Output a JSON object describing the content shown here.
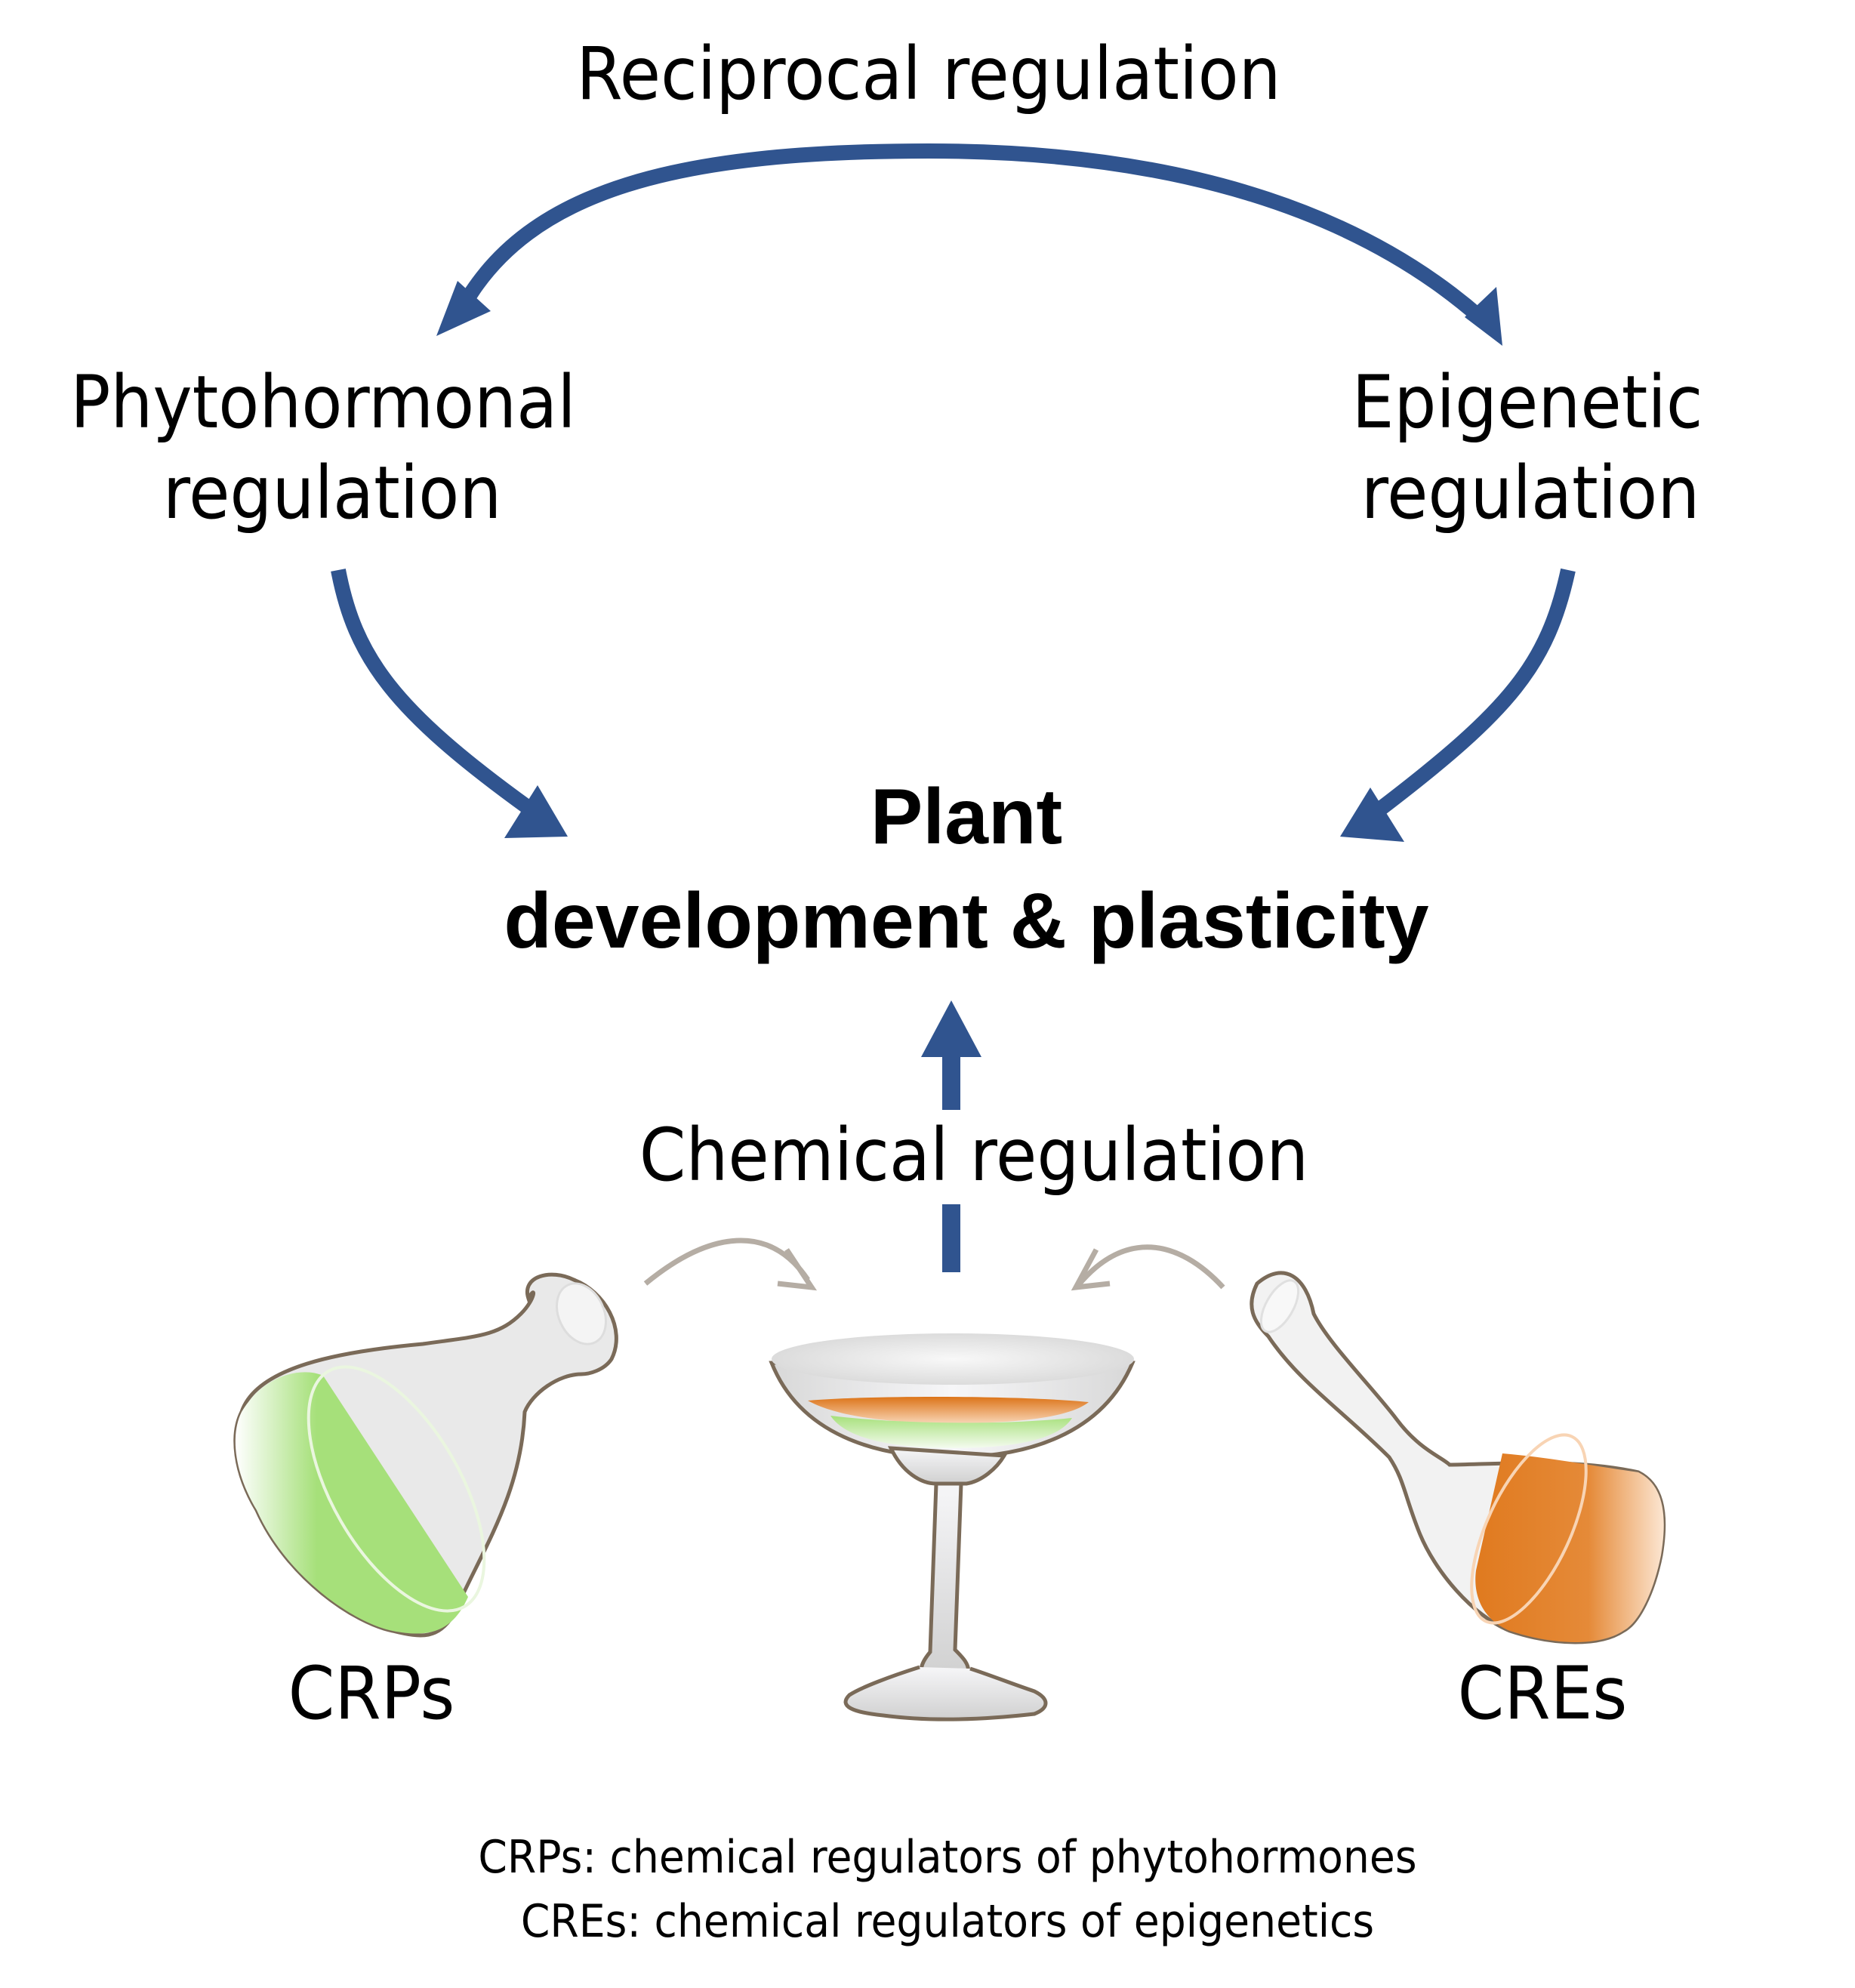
{
  "labels": {
    "reciprocal": "Reciprocal regulation",
    "phyto_line1": "Phytohormonal",
    "phyto_line2": "regulation",
    "epi_line1": "Epigenetic",
    "epi_line2": "regulation",
    "title_line1": "Plant",
    "title_line2": "development & plasticity",
    "chemical": "Chemical regulation",
    "crps": "CRPs",
    "cres": "CREs"
  },
  "footnotes": [
    "CRPs: chemical regulators of phytohormones",
    "CREs: chemical regulators of epigenetics"
  ],
  "colors": {
    "arrow_blue": "#30548F",
    "pour_arrow": "#B5ADA4",
    "outline": "#7A6A58",
    "green_liquid": "#A6E07A",
    "orange_liquid": "#E07A1F",
    "glass_gray": "#E6E6E6"
  }
}
